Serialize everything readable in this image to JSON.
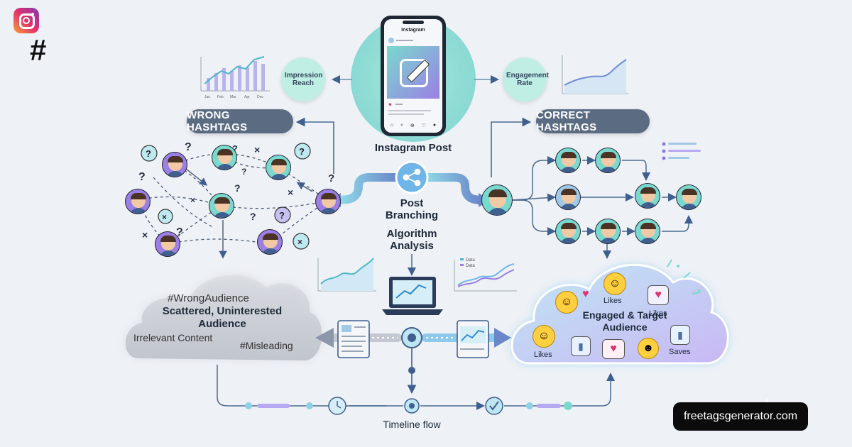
{
  "colors": {
    "background": "#eef1f6",
    "pill": "#5b6b82",
    "teal": "#4fc7b8",
    "purple": "#8a7be0",
    "arrow": "#4a6fa8",
    "cloud_dark": "#c9ccd3",
    "cloud_glow": "#b6a8f2"
  },
  "icons": {
    "instagram_logo": "instagram-icon",
    "hashtag": "hashtag-icon"
  },
  "phone": {
    "app_name": "Instagram",
    "caption": "Instagram Post"
  },
  "metrics": {
    "left_circle": "Impression Reach",
    "right_circle": "Engagement Rate",
    "chart_months": [
      "Jan",
      "Feb",
      "Mar",
      "Apr",
      "Dec"
    ]
  },
  "sections": {
    "wrong": "WRONG HASHTAGS",
    "correct": "CORRECT HASHTAGS"
  },
  "center": {
    "branching": "Post Branching",
    "algorithm": "Algorithm Analysis",
    "legend_left": [
      "Data",
      "Data"
    ]
  },
  "wrong_cloud": {
    "tag1": "#WrongAudience",
    "title": "Scattered, Uninterested Audience",
    "note": "Irrelevant Content",
    "tag2": "#Misleading"
  },
  "right_cloud": {
    "title": "Engaged & Target Audience",
    "likes1": "Likes",
    "likes2": "Likes",
    "likes3": "Likes",
    "saves": "Saves"
  },
  "timeline": {
    "label": "Timeline flow"
  },
  "brand": {
    "url": "freetagsgenerator.com"
  }
}
